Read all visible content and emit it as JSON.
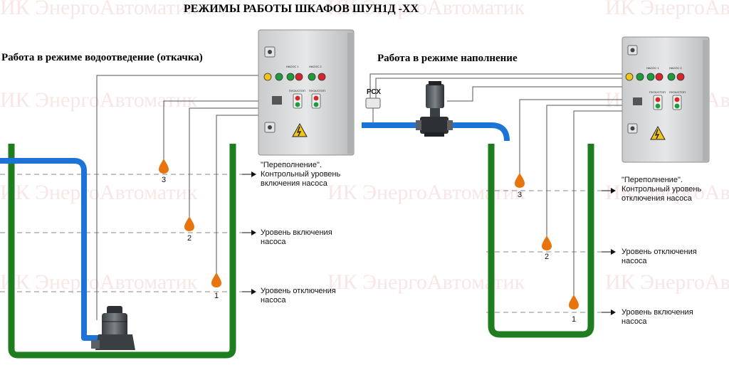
{
  "title": "РЕЖИМЫ РАБОТЫ ШКАФОВ ШУН1Д -ХХ",
  "watermark": "ИК ЭнергоАвтоматик",
  "left_panel": {
    "heading": "Работа в режиме водоотведение (откачка)",
    "levels": [
      {
        "text": "\"Переполнение\".\nКонтрольный уровень\nвключения насоса"
      },
      {
        "text": "Уровень включения\nнасоса"
      },
      {
        "text": "Уровень отключения\nнасоса"
      }
    ],
    "float_numbers": [
      "3",
      "2",
      "1"
    ]
  },
  "right_panel": {
    "heading": "Работа в режиме наполнение",
    "sensor_label": "РСХ",
    "levels": [
      {
        "text": "\"Переполнение\".\nКонтрольный уровень\nотключения насоса"
      },
      {
        "text": "Уровень отключения\nнасоса"
      },
      {
        "text": "Уровень включения\nнасоса"
      }
    ],
    "float_numbers": [
      "3",
      "2",
      "1"
    ]
  },
  "cabinet_labels": [
    "НАСОС 1",
    "НАСОС 2",
    "ПУСК/СТОП"
  ],
  "colors": {
    "tank": "#1e7d1e",
    "pipe": "#1e73d8",
    "float": "#e8740e",
    "cabinet": "#d7d9db",
    "alarm": "#f0c419"
  }
}
